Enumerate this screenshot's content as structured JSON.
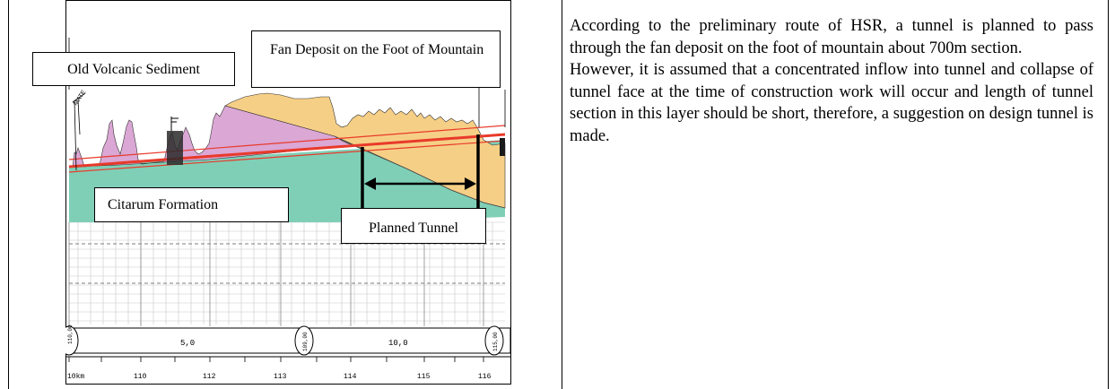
{
  "figure": {
    "labels": {
      "old_volcanic": "Old Volcanic Sediment",
      "fan_deposit": "Fan Deposit on the Foot of Mountain",
      "citarum": "Citarum Formation",
      "planned_tunnel": "Planned Tunnel"
    },
    "scale": {
      "km_labels": [
        "10km",
        "110",
        "112",
        "113",
        "114",
        "115",
        "116"
      ],
      "distance_labels": [
        "5,0",
        "10,0"
      ],
      "circle_labels": [
        "110,00",
        "109,00",
        "115,00"
      ]
    },
    "colors": {
      "citarum": "#7fcfb6",
      "fan": "#f6cf86",
      "volcanic": "#dba7d5",
      "route": "#e83a2a"
    }
  },
  "description": {
    "paragraph_1": "According to the preliminary route of HSR, a tunnel is planned to pass through the fan deposit on the foot of mountain about 700m section.",
    "paragraph_2": "However, it is assumed that a concentrated inflow into tunnel and collapse of tunnel face at the time of construction work will occur and length of tunnel section in this layer should be short, therefore, a suggestion on design tunnel is made."
  }
}
